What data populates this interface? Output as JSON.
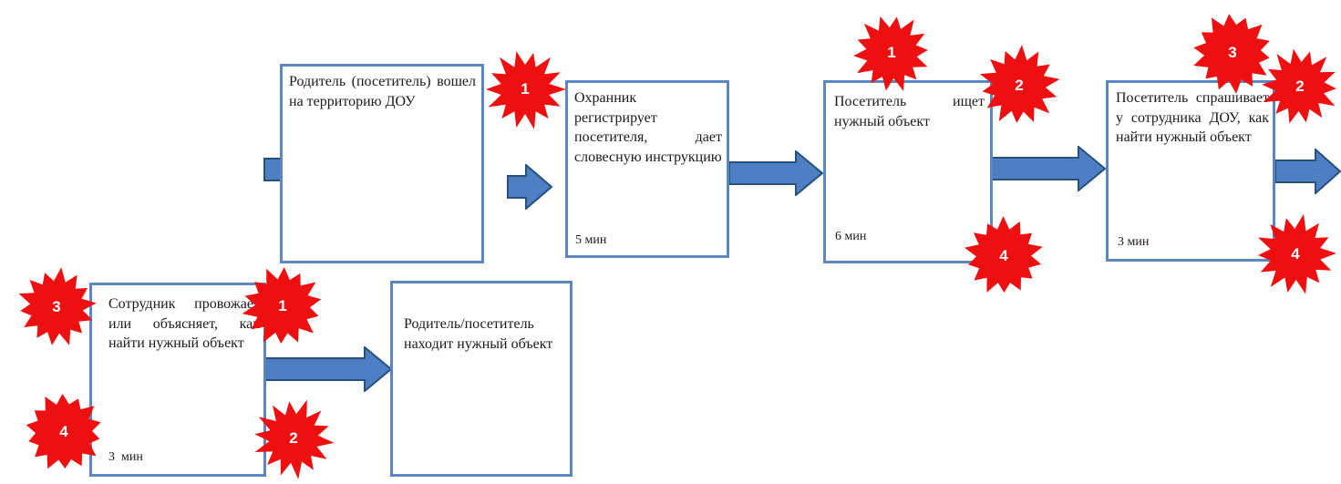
{
  "diagram": {
    "title": "",
    "colors": {
      "box_border": "#5b86c1",
      "arrow_fill": "#4f7fc3",
      "arrow_stroke": "#27507f",
      "burst_fill": "#ee1010"
    },
    "steps": [
      {
        "id": "step1",
        "text": "Родитель (посетитель) вошел на территорию ДОУ",
        "time": ""
      },
      {
        "id": "step2",
        "text": "Охранник регистрирует посетителя, дает словесную инструкцию",
        "time": "5 мин"
      },
      {
        "id": "step3",
        "text": "Посетитель ищет нужный объект",
        "time": "6 мин"
      },
      {
        "id": "step4",
        "text": "Посетитель спрашивает у сотрудника ДОУ, как найти нужный объект",
        "time": "3 мин"
      },
      {
        "id": "step5",
        "text": "Сотрудник провожает или объясняет, как найти нужный объект",
        "time": "3  мин"
      },
      {
        "id": "step6",
        "text": "Родитель/посетитель находит нужный объект",
        "time": ""
      }
    ],
    "bursts": [
      "1",
      "1",
      "2",
      "4",
      "3",
      "2",
      "4",
      "3",
      "1",
      "4",
      "2"
    ]
  }
}
